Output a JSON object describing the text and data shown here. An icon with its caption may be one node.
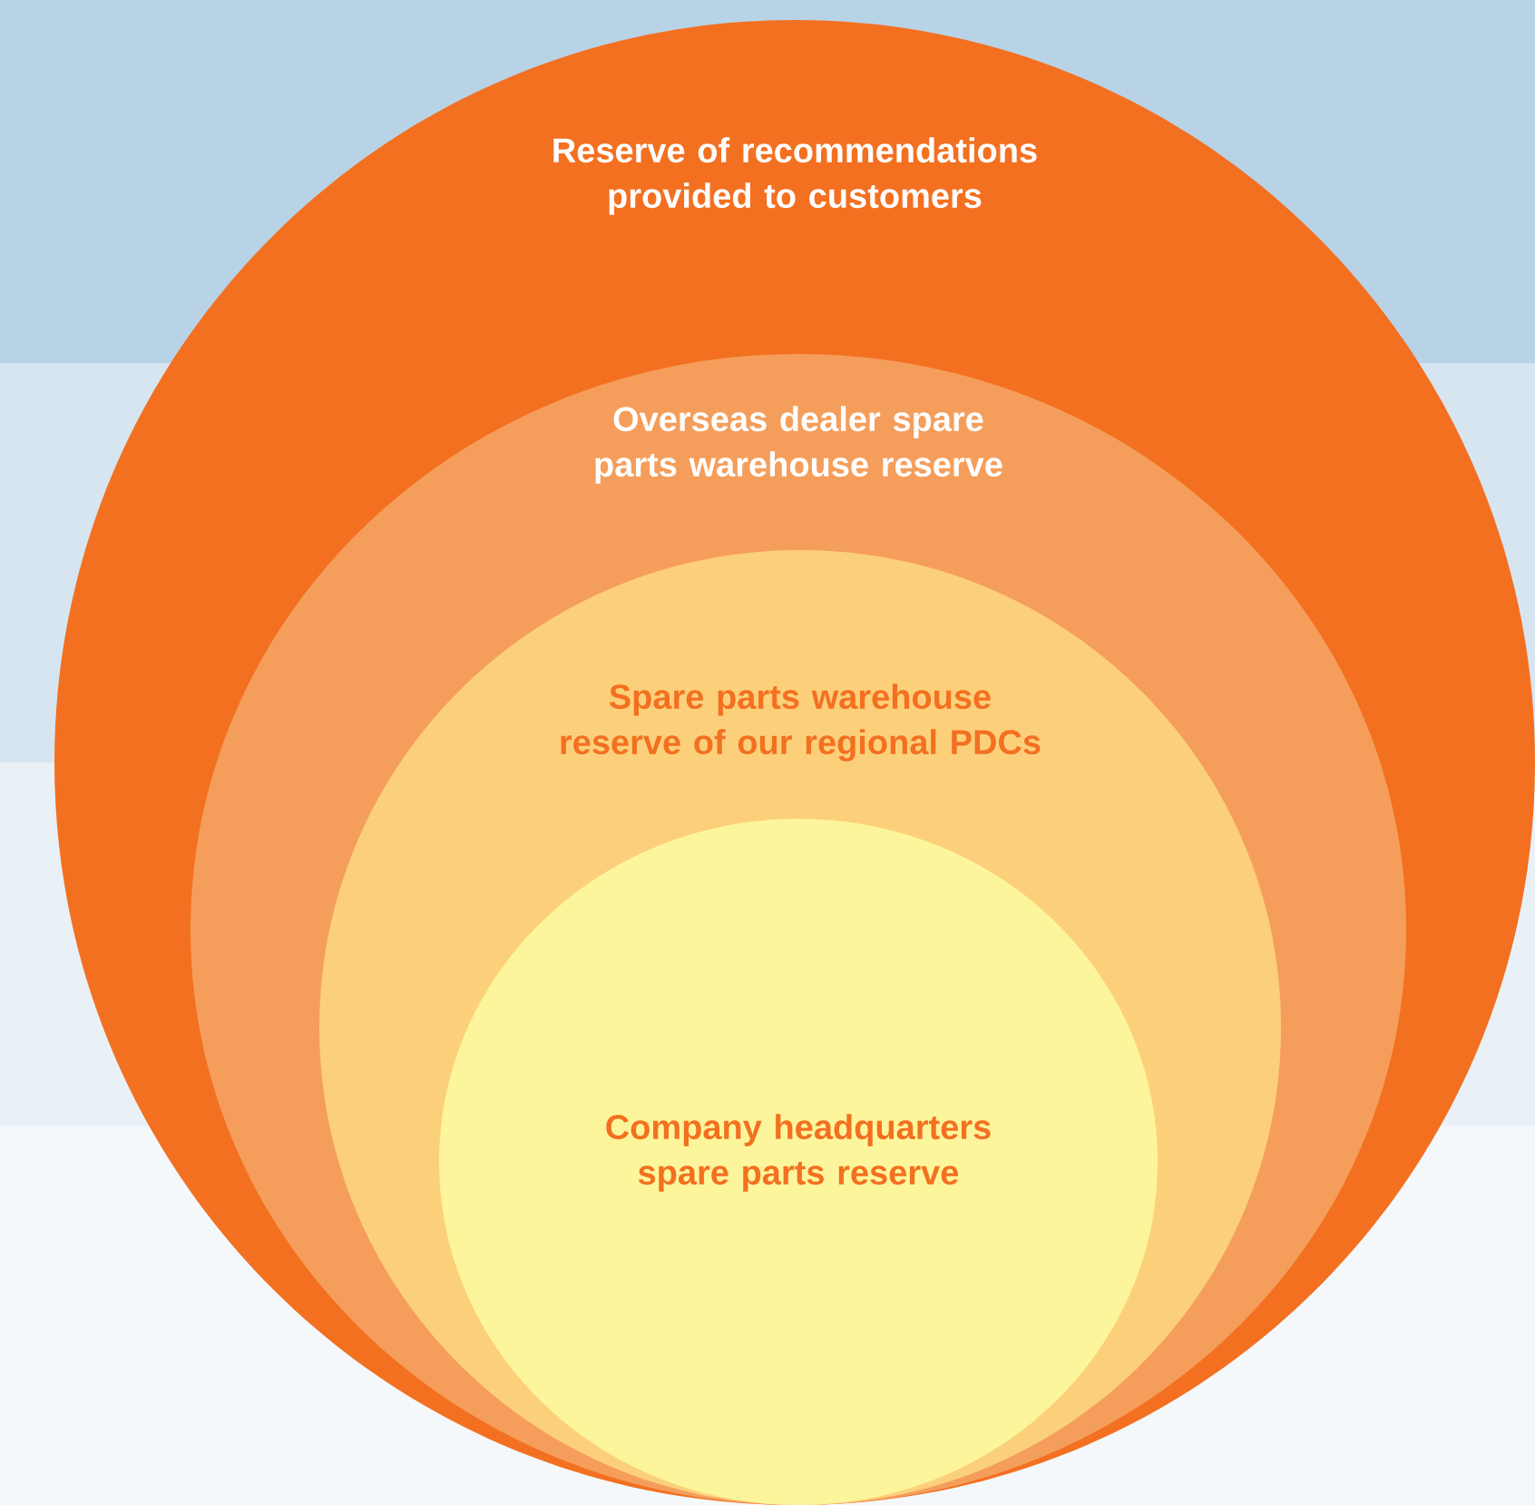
{
  "diagram": {
    "nodes": [
      {
        "text": [
          "Reserve of recommendations provided to customers"
        ]
      },
      {
        "text": [
          "Overseas dealer spare parts warehouse reserve"
        ],
        "in": 0
      },
      {
        "text": [
          "Spare parts warehouse reserve of our regional PDCs"
        ],
        "in": 1
      },
      {
        "text": [
          "Company headquarters spare parts reserve"
        ],
        "in": 2
      }
    ]
  }
}
